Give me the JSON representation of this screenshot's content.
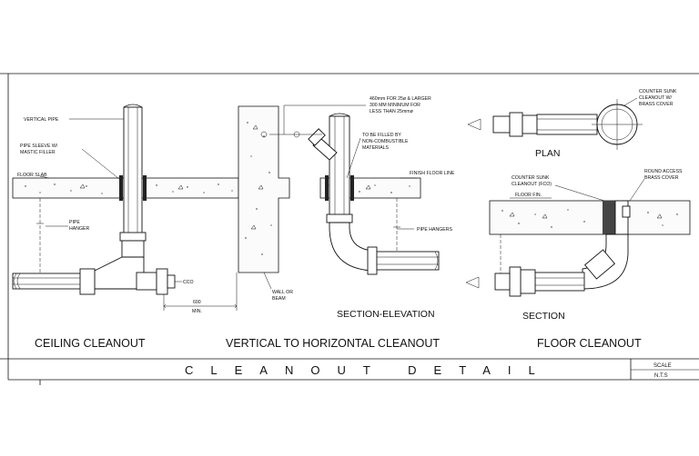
{
  "title_block": {
    "title": "CLEANOUT DETAIL",
    "scale_label": "SCALE",
    "scale_value": "N.T.S"
  },
  "ceiling": {
    "title": "CEILING CLEANOUT",
    "vertical_pipe": "VERTICAL PIPE",
    "sleeve_line1": "PIPE SLEEVE W/",
    "sleeve_line2": "MASTIC FILLER",
    "floor_slab": "FLOOR SLAB",
    "hanger_line1": "PIPE",
    "hanger_line2": "HANGER",
    "cco": "CCO",
    "dim_value": "600",
    "dim_unit": "MIN."
  },
  "vertical": {
    "title": "VERTICAL TO HORIZONTAL CLEANOUT",
    "section_elevation": "SECTION-ELEVATION",
    "note_line1": "460mm FOR 25ø & LARGER",
    "note_line2": "300 MM MINIMUM FOR",
    "note_line3": "LESS THAN 25mmø",
    "filled_line1": "TO BE FILLED  BY",
    "filled_line2": "NON-COMBUSTIBLE",
    "filled_line3": "MATERIALS",
    "finish_floor": "FINISH FLOOR LINE",
    "pipe_hangers": "PIPE HANGERS",
    "wall_line1": "WALL OR",
    "wall_line2": "BEAM"
  },
  "floor": {
    "title": "FLOOR CLEANOUT",
    "plan": "PLAN",
    "section": "SECTION",
    "csc_line1": "COUNTER SUNK",
    "csc_line2": "CLEANOUT W/",
    "csc_line3": "BRASS COVER",
    "fco_line1": "COUNTER SUNK",
    "fco_line2": "CLEANOUT (FCO)",
    "round_line1": "ROUND ACCESS",
    "round_line2": "BRASS COVER",
    "floor_fin": "FLOOR FIN."
  }
}
